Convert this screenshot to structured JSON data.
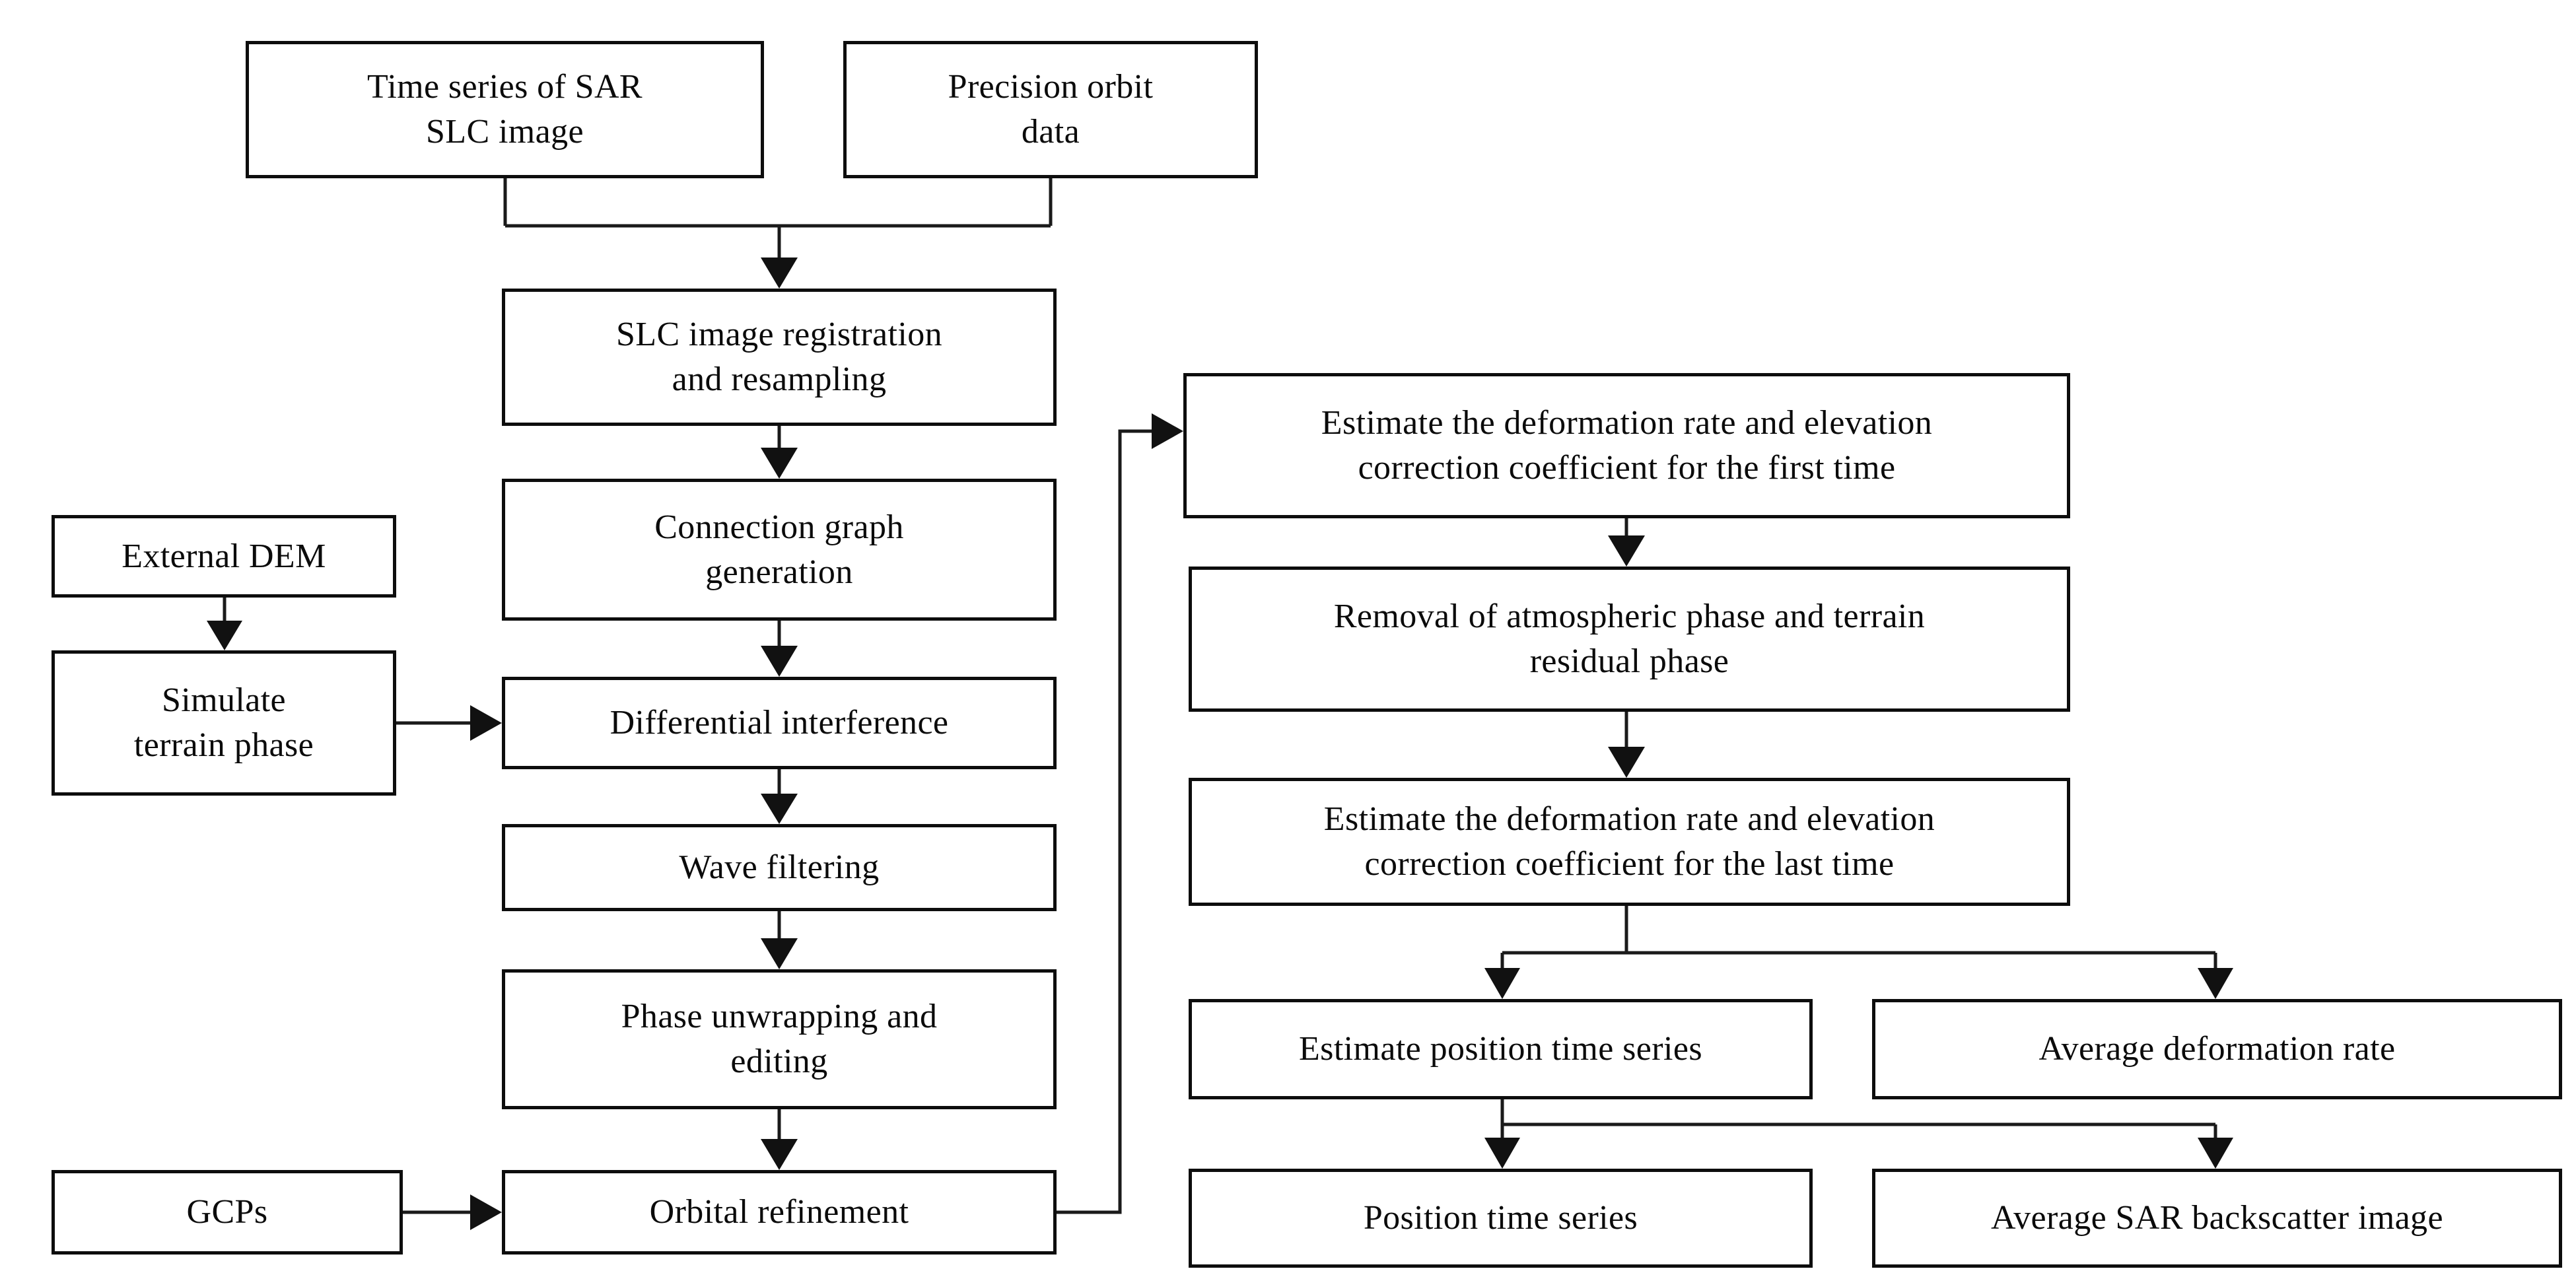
{
  "diagram": {
    "title": "InSAR time-series processing flowchart",
    "type": "flowchart",
    "background_color": "#ffffff",
    "box_border_color": "#0d0d0d",
    "connector_color": "#1a1a1a",
    "text_color": "#0b0b0b"
  },
  "nodes": {
    "sar_slc": {
      "label": "Time series of SAR\nSLC image"
    },
    "orbit": {
      "label": "Precision orbit\ndata"
    },
    "registration": {
      "label": "SLC image registration\nand resampling"
    },
    "connection_graph": {
      "label": "Connection graph\ngeneration"
    },
    "external_dem": {
      "label": "External DEM"
    },
    "simulate_terrain": {
      "label": "Simulate\nterrain phase"
    },
    "differential": {
      "label": "Differential interference"
    },
    "wave_filtering": {
      "label": "Wave filtering"
    },
    "phase_unwrapping": {
      "label": "Phase unwrapping and\nediting"
    },
    "gcps": {
      "label": "GCPs"
    },
    "orbital_refinement": {
      "label": "Orbital refinement"
    },
    "estimate_first": {
      "label": "Estimate the deformation rate and elevation\ncorrection coefficient for the first time"
    },
    "removal_atmos": {
      "label": "Removal of atmospheric phase and terrain\nresidual phase"
    },
    "estimate_last": {
      "label": "Estimate the deformation rate and elevation\ncorrection coefficient for the last time"
    },
    "estimate_position_ts": {
      "label": "Estimate position time series"
    },
    "average_deformation_rate": {
      "label": "Average deformation rate"
    },
    "position_ts": {
      "label": "Position time series"
    },
    "average_sar_backscatter": {
      "label": "Average SAR backscatter image"
    }
  },
  "edges": [
    {
      "from": "sar_slc",
      "to": "registration"
    },
    {
      "from": "orbit",
      "to": "registration"
    },
    {
      "from": "registration",
      "to": "connection_graph"
    },
    {
      "from": "connection_graph",
      "to": "differential"
    },
    {
      "from": "external_dem",
      "to": "simulate_terrain"
    },
    {
      "from": "simulate_terrain",
      "to": "differential"
    },
    {
      "from": "differential",
      "to": "wave_filtering"
    },
    {
      "from": "wave_filtering",
      "to": "phase_unwrapping"
    },
    {
      "from": "phase_unwrapping",
      "to": "orbital_refinement"
    },
    {
      "from": "gcps",
      "to": "orbital_refinement"
    },
    {
      "from": "orbital_refinement",
      "to": "estimate_first"
    },
    {
      "from": "estimate_first",
      "to": "removal_atmos"
    },
    {
      "from": "removal_atmos",
      "to": "estimate_last"
    },
    {
      "from": "estimate_last",
      "to": "estimate_position_ts"
    },
    {
      "from": "estimate_last",
      "to": "average_deformation_rate"
    },
    {
      "from": "estimate_position_ts",
      "to": "position_ts"
    },
    {
      "from": "estimate_position_ts",
      "to": "average_sar_backscatter"
    }
  ]
}
